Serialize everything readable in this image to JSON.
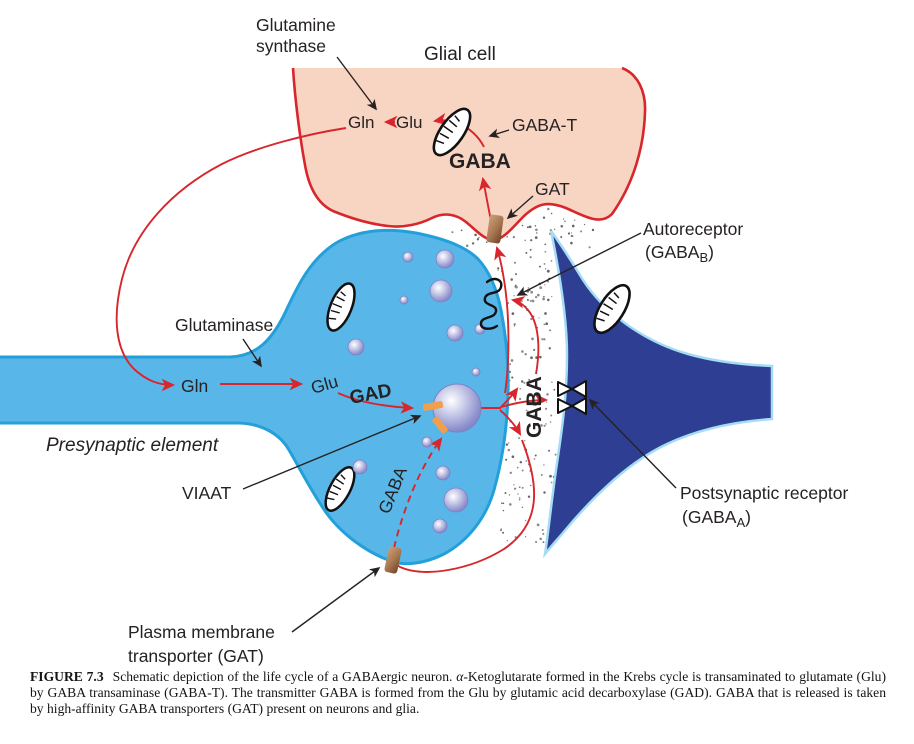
{
  "colors": {
    "glial_fill": "#f8d5c2",
    "membrane_red": "#d7262c",
    "presynaptic_fill": "#58b7e8",
    "presynaptic_stroke": "#23a0da",
    "postsynaptic_fill": "#2e3e92",
    "postsynaptic_stroke": "#a5dcf5",
    "vesicle_edge": "#7d81c4",
    "viaat_orange": "#f09f4d",
    "gat_brown_dark": "#70422a",
    "gat_brown_light": "#caa17b",
    "text": "#262223"
  },
  "labels": {
    "glutamine_synthase_line1": "Glutamine",
    "glutamine_synthase_line2": "synthase",
    "glial_cell": "Glial cell",
    "gln_glial": "Gln",
    "glu_glial": "Glu",
    "gaba_t": "GABA-T",
    "gaba_glial": "GABA",
    "gat_glial": "GAT",
    "autoreceptor_line1": "Autoreceptor",
    "autoreceptor_pre": "(GABA",
    "autoreceptor_sub": "B",
    "autoreceptor_post": ")",
    "glutaminase": "Glutaminase",
    "gln_axon": "Gln",
    "glu_axon": "Glu",
    "gad": "GAD",
    "presynaptic_element": "Presynaptic element",
    "viaat": "VIAAT",
    "gaba_vesicular": "GABA",
    "gaba_cleft": "GABA",
    "plasma_membrane_line1": "Plasma membrane",
    "plasma_membrane_line2": "transporter (GAT)",
    "postsynaptic_receptor_line1": "Postsynaptic receptor",
    "postsynaptic_receptor_pre": "(GABA",
    "postsynaptic_receptor_sub": "A",
    "postsynaptic_receptor_post": ")"
  },
  "caption": {
    "tag": "FIGURE 7.3",
    "body_pre": "Schematic depiction of the life cycle of a GABAergic neuron. ",
    "alpha": "α",
    "body_post": "-Ketoglutarate formed in the Krebs cycle is transaminated to glutamate (Glu) by GABA transaminase (GABA-T). The transmitter GABA is formed from the Glu by glutamic acid decarboxylase (GAD). GABA that is released is taken by high-affinity GABA transporters (GAT) present on neurons and glia."
  }
}
